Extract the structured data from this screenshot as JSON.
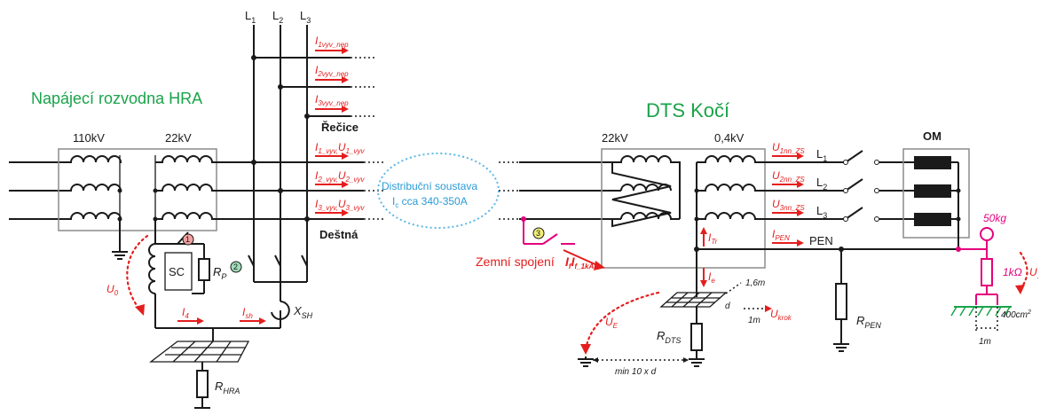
{
  "labels": {
    "substation": "Napájecí rozvodna HRA",
    "dts": "DTS Kočí",
    "v110": "110kV",
    "v22a": "22kV",
    "v22b": "22kV",
    "v04": "0,4kV",
    "L": "L",
    "L1sub": "1",
    "L2sub": "2",
    "L3sub": "3",
    "recice": "Řečice",
    "destna": "Deštná",
    "om": "OM",
    "pen": "PEN",
    "sc": "SC",
    "rp": "R",
    "rp_sub": "P",
    "xsh": "X",
    "xsh_sub": "SH",
    "rhra": "R",
    "rhra_sub": "HRA",
    "rdts": "R",
    "rdts_sub": "DTS",
    "rpen": "R",
    "rpen_sub": "PEN",
    "dist1": "Distribuční soustava",
    "dist2_a": "I",
    "dist2_sub": "c",
    "dist2_b": " cca 340-350A",
    "zemni": "Zemní spojení",
    "mass": "50kg",
    "body_r": "1kΩ",
    "area": "400cm",
    "area_sup": "2",
    "one_m_a": "1m",
    "one_m_b": "1m",
    "d": "d",
    "d16": "1,6m",
    "min10d": "min 10 x d",
    "badge1": "1",
    "badge2": "2",
    "badge3": "3"
  },
  "currents": {
    "i1_nep": "I",
    "i1_nep_sub": "1vyv_nep",
    "i2_nep": "I",
    "i2_nep_sub": "2vyv_nep",
    "i3_nep": "I",
    "i3_nep_sub": "3vyv_nep",
    "i1_vyv": "I",
    "i1_vyv_sub": "1_vyv,",
    "u1_vyv": "U",
    "u1_vyv_sub": "1_vyv",
    "i2_vyv": "I",
    "i2_vyv_sub": "2_vyv,",
    "u2_vyv": "U",
    "u2_vyv_sub": "2_vyv",
    "i3_vyv": "I",
    "i3_vyv_sub": "3_vyv,",
    "u3_vyv": "U",
    "u3_vyv_sub": "3_vyv",
    "i4": "I",
    "i4_sub": "4",
    "ish": "I",
    "ish_sub": "sh",
    "u0": "U",
    "u0_sub": "0",
    "ue": "U",
    "ue_sub": "E",
    "ie": "I",
    "ie_sub": "e",
    "itr": "I",
    "itr_sub": "Tr",
    "ipen": "I",
    "ipen_sub": "PEN",
    "ukrok": "U",
    "ukrok_sub": "krok",
    "if": "I",
    "if_sub": "f",
    "if2": "I",
    "if2_sub": "f_1kA",
    "u1nn": "U",
    "u1nn_sub": "1nn_ZS",
    "u2nn": "U",
    "u2nn_sub": "2nn_ZS",
    "u3nn": "U",
    "u3nn_sub": "3nn_ZS",
    "udot": "U",
    "udot_sub": "."
  },
  "colors": {
    "green": "#1aa34a",
    "red": "#e41e1e",
    "magenta": "#e4007c",
    "blue": "#2a9ad6",
    "badge1": "#f2a0a0",
    "badge2": "#9fdcb8",
    "badge3": "#f2ef7a"
  }
}
